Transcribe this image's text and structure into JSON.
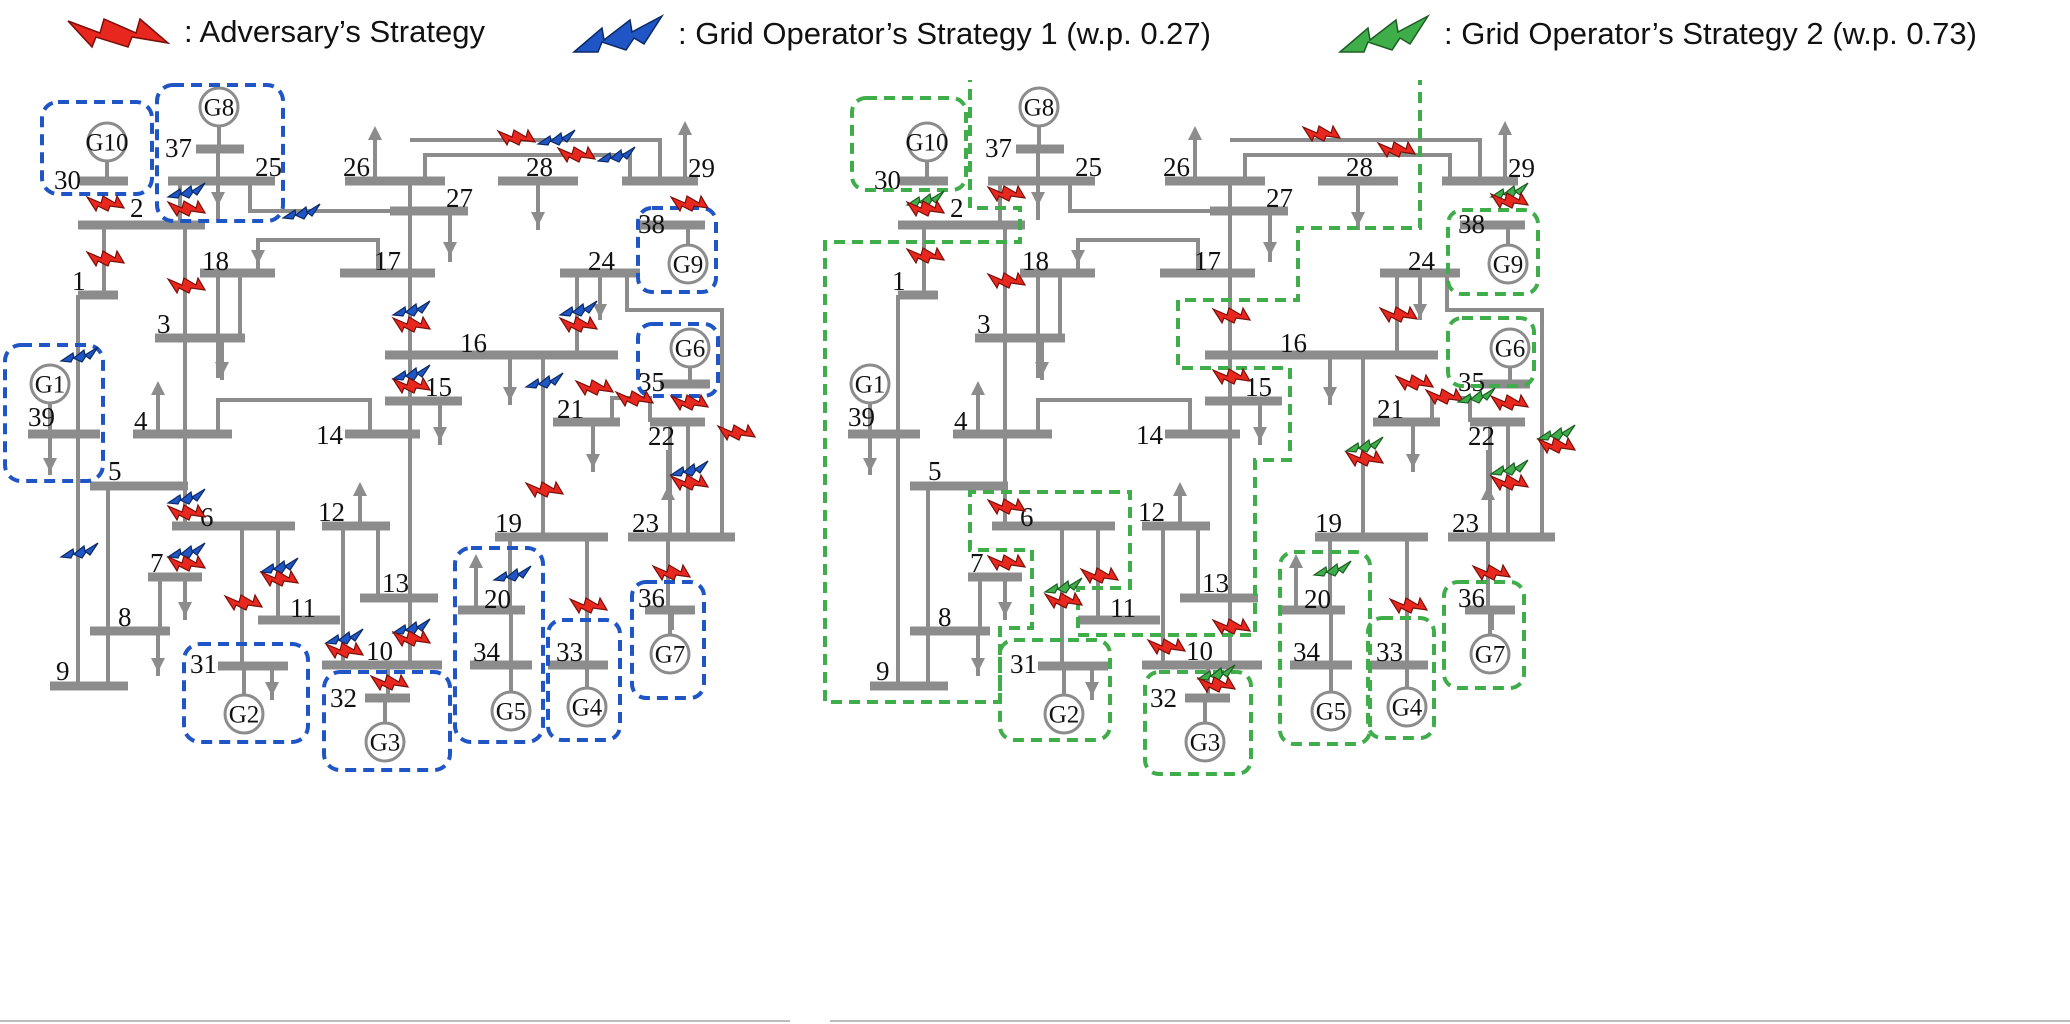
{
  "legend": {
    "adversary": ": Adversary’s Strategy",
    "strategy1": ": Grid Operator’s Strategy 1 (w.p. 0.27)",
    "strategy2": ": Grid Operator’s Strategy 2 (w.p. 0.73)"
  },
  "colors": {
    "adversary": "#e8281e",
    "strategy1": "#1f55c4",
    "strategy2": "#3fae4a",
    "line": "#8c8c8c"
  },
  "buses": [
    "1",
    "2",
    "3",
    "4",
    "5",
    "6",
    "7",
    "8",
    "9",
    "10",
    "11",
    "12",
    "13",
    "14",
    "15",
    "16",
    "17",
    "18",
    "19",
    "20",
    "21",
    "22",
    "23",
    "24",
    "25",
    "26",
    "27",
    "28",
    "29",
    "30",
    "31",
    "32",
    "33",
    "34",
    "35",
    "36",
    "37",
    "38",
    "39"
  ],
  "generators": [
    "G1",
    "G2",
    "G3",
    "G4",
    "G5",
    "G6",
    "G7",
    "G8",
    "G9",
    "G10"
  ],
  "panels": [
    {
      "strategy": "strategy1"
    },
    {
      "strategy": "strategy2"
    }
  ]
}
